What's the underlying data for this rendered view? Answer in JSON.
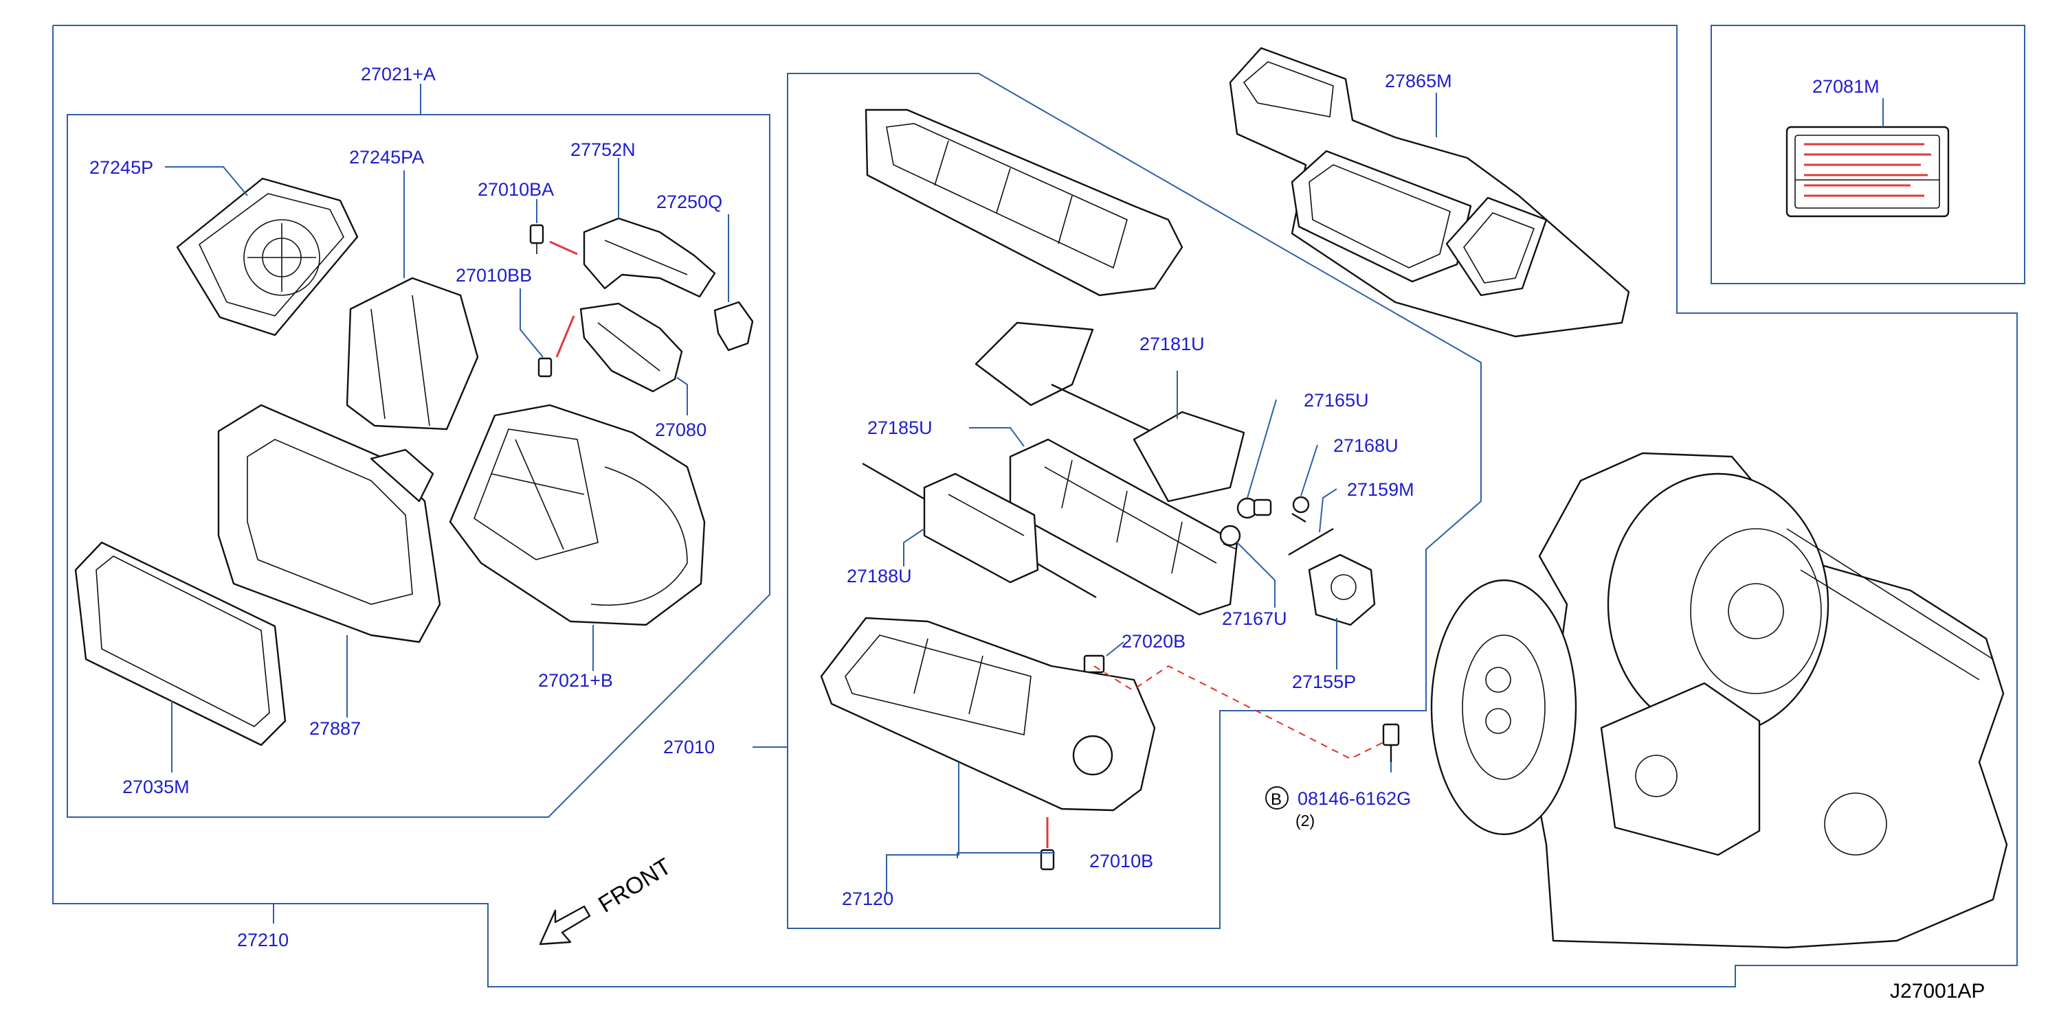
{
  "labels": {
    "p27021a": "27021+A",
    "p27245p": "27245P",
    "p27245pa": "27245PA",
    "p27010ba": "27010BA",
    "p27752n": "27752N",
    "p27250q": "27250Q",
    "p27010bb": "27010BB",
    "p27080": "27080",
    "p27021b": "27021+B",
    "p27887": "27887",
    "p27035m": "27035M",
    "p27010": "27010",
    "p27210": "27210",
    "p27185u": "27185U",
    "p27181u": "27181U",
    "p27165u": "27165U",
    "p27168u": "27168U",
    "p27159m": "27159M",
    "p27188u": "27188U",
    "p27167u": "27167U",
    "p27020b": "27020B",
    "p27155p": "27155P",
    "p08146": "08146-6162G",
    "p08146_qty": "(2)",
    "p08146_circle": "B",
    "p27010b": "27010B",
    "p27120": "27120",
    "p27865m": "27865M",
    "p27081m": "27081M"
  },
  "direction": {
    "front": "FRONT"
  },
  "diagram_code": "J27001AP",
  "colors": {
    "label": "#1c1cd0",
    "frame": "#2f5fa6",
    "dashed_leader": "#e0302a",
    "part_outline": "#111111"
  }
}
